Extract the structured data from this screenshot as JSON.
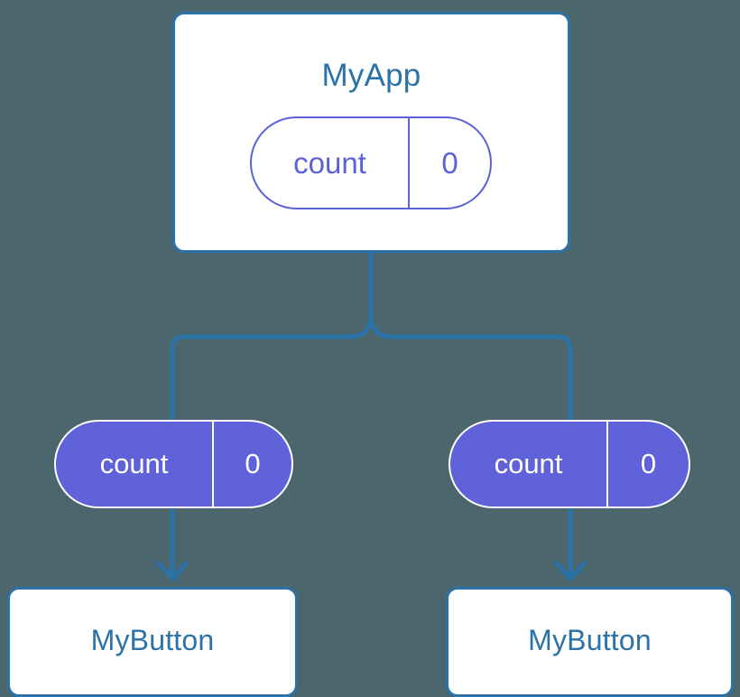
{
  "diagram": {
    "background_color": "#4c666e",
    "accent_blue": "#2a72a8",
    "accent_purple": "#5f62d8",
    "type": "component-tree"
  },
  "root": {
    "name": "MyApp",
    "state": {
      "key": "count",
      "value": "0"
    }
  },
  "children": [
    {
      "name": "MyButton",
      "props": {
        "key": "count",
        "value": "0"
      }
    },
    {
      "name": "MyButton",
      "props": {
        "key": "count",
        "value": "0"
      }
    }
  ]
}
